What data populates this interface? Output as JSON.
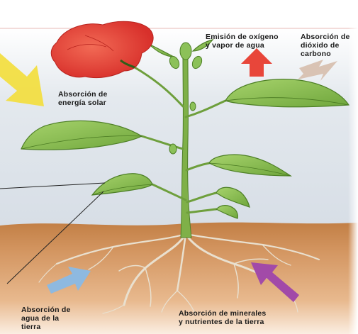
{
  "labels": {
    "solar": "Absorción de\nenergía solar",
    "oxygen": "Emisión de oxígeno\ny vapor de agua",
    "co2": "Absorción de\ndióxido de\ncarbono",
    "water": "Absorción de\nagua de la\ntierra",
    "minerals": "Absorción de minerales\ny nutrientes de la tierra"
  },
  "colors": {
    "sky": "#dde4ea",
    "soil": "#c98a52",
    "leaf": "#8fc35a",
    "flower": "#e5473b",
    "arrow_solar": "#f3de3a",
    "arrow_oxygen": "#e8463a",
    "arrow_co2": "#d9c3b4",
    "arrow_water": "#8eb9e0",
    "arrow_minerals": "#a24aa8"
  },
  "icons": [
    "flower-icon",
    "leaf-icon",
    "root-icon",
    "arrow-icon"
  ]
}
